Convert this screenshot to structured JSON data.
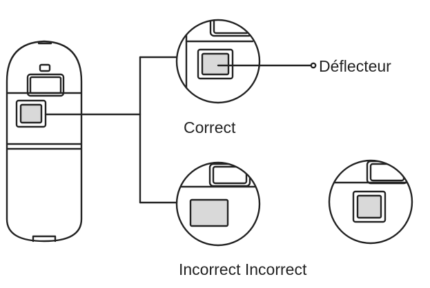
{
  "labels": {
    "deflector": "Déflecteur",
    "correct": "Correct",
    "incorrect": "Incorrect Incorrect"
  },
  "colors": {
    "stroke": "#222222",
    "deflector_fill": "#d9d9d9",
    "background": "#ffffff"
  }
}
